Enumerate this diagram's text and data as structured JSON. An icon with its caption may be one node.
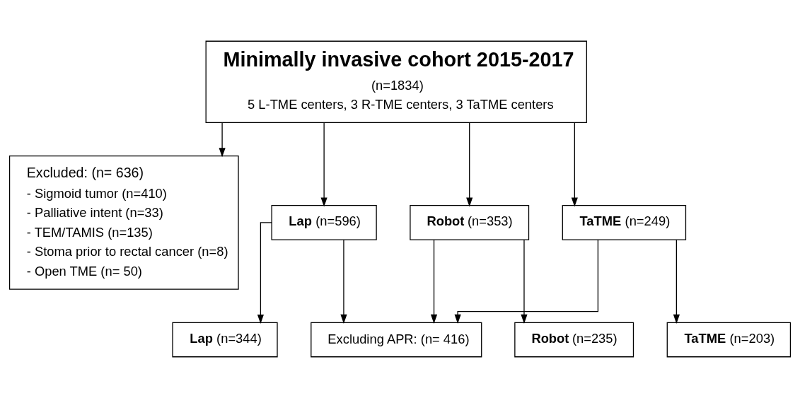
{
  "diagram": {
    "nodes": [
      {
        "text": [
          "Minimally invasive cohort 2015-2017",
          "(n=1834)",
          "5 L-TME centers, 3 R-TME centers, 3 TaTME centers"
        ]
      },
      {
        "text": [
          "Excluded: (n= 636)",
          "- Sigmoid tumor (n=410)",
          "- Palliative intent (n=33)",
          "- TEM/TAMIS (n=135)",
          "- Stoma prior to rectal cancer (n=8)",
          "- Open TME (n= 50)"
        ]
      },
      {
        "text": [
          "**Lap** (n=596)"
        ]
      },
      {
        "text": [
          "**Robot** (n=353)"
        ]
      },
      {
        "text": [
          "**TaTME** (n=249)"
        ]
      },
      {
        "text": [
          "Excluding APR: (n= 416)"
        ]
      },
      {
        "text": [
          "**Lap** (n=344)"
        ]
      },
      {
        "text": [
          "**Robot** (n=235)"
        ]
      },
      {
        "text": [
          "**TaTME** (n=203)"
        ]
      }
    ],
    "edges": [
      {
        "from": 0,
        "to": 1,
        "arrow": "to"
      },
      {
        "from": 0,
        "to": 2,
        "arrow": "to"
      },
      {
        "from": 0,
        "to": 3,
        "arrow": "to"
      },
      {
        "from": 0,
        "to": 4,
        "arrow": "to"
      },
      {
        "from": 2,
        "to": 5,
        "arrow": "to"
      },
      {
        "from": 3,
        "to": 5,
        "arrow": "to"
      },
      {
        "from": 4,
        "to": 5,
        "arrow": "to"
      },
      {
        "from": 2,
        "to": 6,
        "arrow": "to"
      },
      {
        "from": 3,
        "to": 7,
        "arrow": "to"
      },
      {
        "from": 4,
        "to": 8,
        "arrow": "to"
      }
    ]
  }
}
